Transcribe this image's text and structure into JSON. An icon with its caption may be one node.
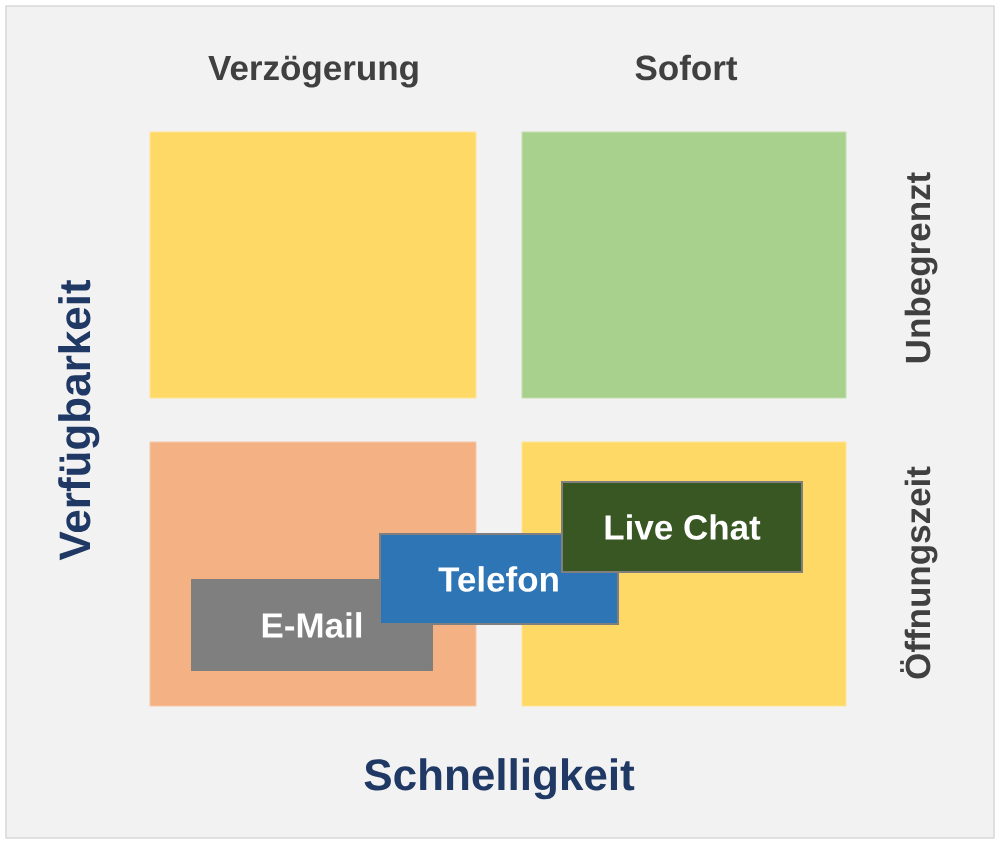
{
  "diagram": {
    "nodes": [
      {
        "text": [],
        "shape": "box"
      },
      {
        "text": [],
        "shape": "box"
      },
      {
        "text": [],
        "shape": "box"
      },
      {
        "text": [],
        "shape": "box"
      },
      {
        "text": [
          "E-Mail"
        ],
        "in": 2
      },
      {
        "text": [
          "Telefon"
        ]
      },
      {
        "text": [
          "Live Chat"
        ],
        "in": 3
      }
    ],
    "labels": [
      "Verzögerung",
      "Sofort",
      "Verfügbarkeit",
      "Unbegrenzt",
      "Öffnungszeit",
      "Schnelligkeit"
    ]
  }
}
